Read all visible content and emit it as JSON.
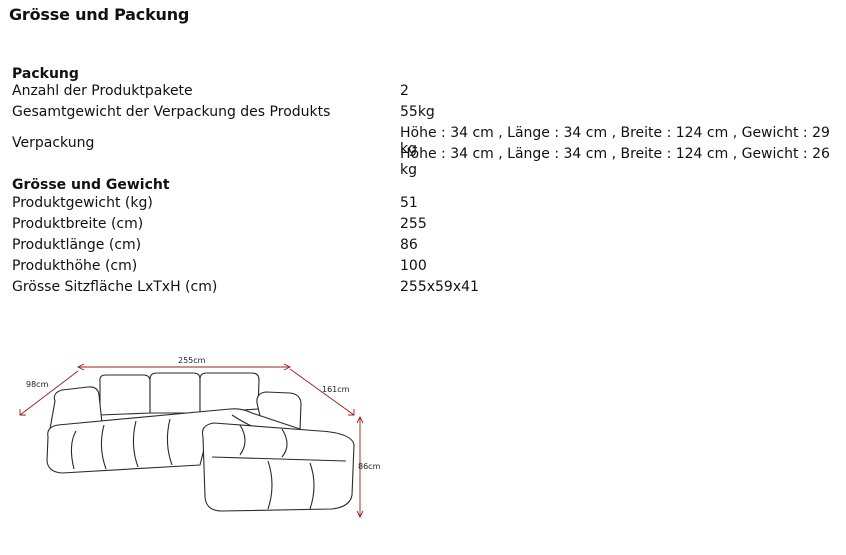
{
  "title": "Grösse und Packung",
  "packaging": {
    "heading": "Packung",
    "rows": [
      {
        "label": "Anzahl der Produktpakete",
        "value": "2"
      },
      {
        "label": "Gesamtgewicht der Verpackung des Produkts",
        "value": "55kg"
      },
      {
        "label": "Verpackung",
        "values": [
          "Höhe : 34 cm , Länge : 34 cm , Breite : 124 cm , Gewicht : 29 kg",
          "Höhe : 34 cm , Länge : 34 cm , Breite : 124 cm , Gewicht : 26 kg"
        ]
      }
    ]
  },
  "size_weight": {
    "heading": "Grösse und Gewicht",
    "rows": [
      {
        "label": "Produktgewicht (kg)",
        "value": "51"
      },
      {
        "label": "Produktbreite (cm)",
        "value": "255"
      },
      {
        "label": "Produktlänge (cm)",
        "value": "86"
      },
      {
        "label": "Produkthöhe (cm)",
        "value": "100"
      },
      {
        "label": "Grösse Sitzfläche LxTxH (cm)",
        "value": "255x59x41"
      }
    ]
  },
  "diagram": {
    "width_label": "255cm",
    "depth_label": "98cm",
    "chaise_label": "161cm",
    "height_label": "86cm",
    "accent_color": "#9b1c1c",
    "line_color": "#2a2a2a"
  }
}
